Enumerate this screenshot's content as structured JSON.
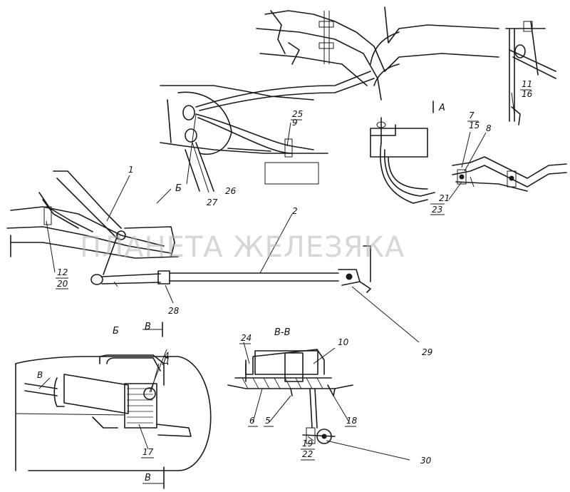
{
  "watermark": "ПЛАНЕТА ЖЕЛЕЗЯКА",
  "views": {
    "view_a": "А",
    "view_b": "Б",
    "section_marker": "В",
    "section_title": "В-В",
    "detail_marker": "Д"
  },
  "callouts": {
    "c1": "1",
    "c2": "2",
    "c4": "4",
    "c5": "5",
    "c6": "6",
    "c7": "7",
    "c8": "8",
    "c9": "9",
    "c10": "10",
    "c11": "11",
    "c12": "12",
    "c15": "15",
    "c16": "16",
    "c17": "17",
    "c18": "18",
    "c19": "19",
    "c20": "20",
    "c21": "21",
    "c22": "22",
    "c23": "23",
    "c24": "24",
    "c25": "25",
    "c26": "26",
    "c27": "27",
    "c28": "28",
    "c29": "29",
    "c30": "30"
  }
}
